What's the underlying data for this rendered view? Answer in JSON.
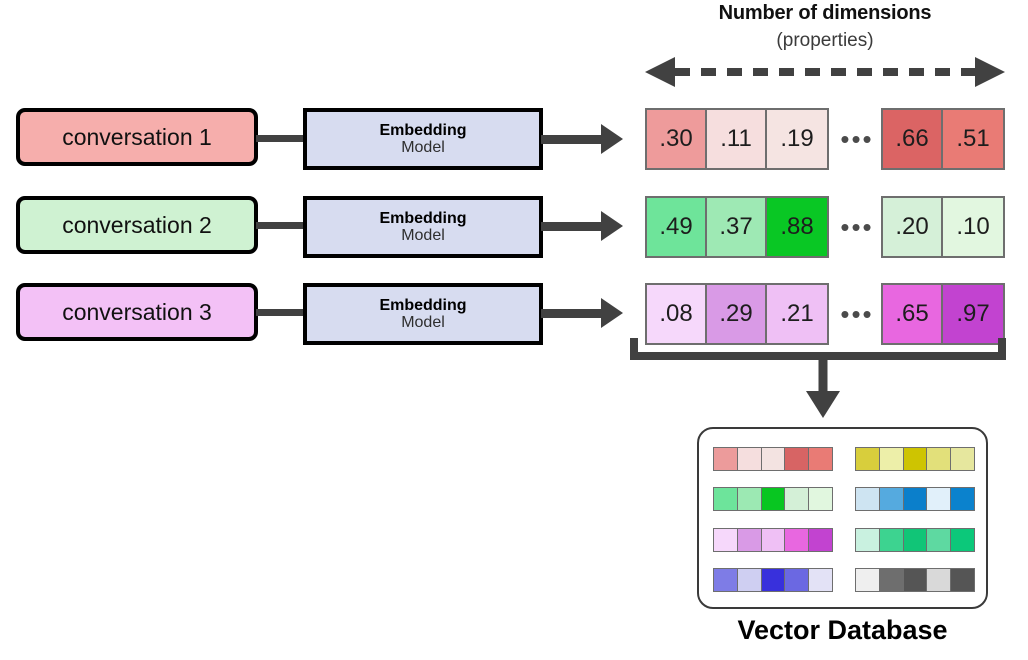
{
  "header": {
    "title": "Number of dimensions",
    "subtitle": "(properties)",
    "arrow_icon": "double-headed-dashed-arrow"
  },
  "pipeline": {
    "rows": [
      {
        "conversation_label": "conversation 1",
        "conversation_color": "#F6AEAC",
        "model_title": "Embedding",
        "model_subtitle": "Model",
        "model_color": "#D7DCF0",
        "vector_head": [
          {
            "value": ".30",
            "color": "#EE9B9B"
          },
          {
            "value": ".11",
            "color": "#F6DEDE"
          },
          {
            "value": ".19",
            "color": "#F5E4E2"
          }
        ],
        "ellipsis": "•••",
        "vector_tail": [
          {
            "value": ".66",
            "color": "#DB6464"
          },
          {
            "value": ".51",
            "color": "#E97B75"
          }
        ]
      },
      {
        "conversation_label": "conversation 2",
        "conversation_color": "#CFF2D2",
        "model_title": "Embedding",
        "model_subtitle": "Model",
        "model_color": "#D7DCF0",
        "vector_head": [
          {
            "value": ".49",
            "color": "#6EE49A"
          },
          {
            "value": ".37",
            "color": "#9EE9B4"
          },
          {
            "value": ".88",
            "color": "#09C724"
          }
        ],
        "ellipsis": "•••",
        "vector_tail": [
          {
            "value": ".20",
            "color": "#D5F0D8"
          },
          {
            "value": ".10",
            "color": "#E2F7E0"
          }
        ]
      },
      {
        "conversation_label": "conversation 3",
        "conversation_color": "#F3C1F6",
        "model_title": "Embedding",
        "model_subtitle": "Model",
        "model_color": "#D7DCF0",
        "vector_head": [
          {
            "value": ".08",
            "color": "#F6D8FB"
          },
          {
            "value": ".29",
            "color": "#D99AE6"
          },
          {
            "value": ".21",
            "color": "#EFC0F5"
          }
        ],
        "ellipsis": "•••",
        "vector_tail": [
          {
            "value": ".65",
            "color": "#E867E0"
          },
          {
            "value": ".97",
            "color": "#C243D0"
          }
        ]
      }
    ],
    "arrow_icon": "right-arrow",
    "gather_bracket_icon": "gather-bracket",
    "down_arrow_icon": "down-arrow"
  },
  "vector_database": {
    "label": "Vector Database",
    "rows": [
      {
        "name": "db-row-red",
        "cells": [
          "#EC9B9B",
          "#F5DEDE",
          "#F3E3E1",
          "#D76464",
          "#E97B75"
        ]
      },
      {
        "name": "db-row-yellow",
        "cells": [
          "#D8CE3C",
          "#EDEFA9",
          "#CEC401",
          "#E2E07A",
          "#E6E79E"
        ]
      },
      {
        "name": "db-row-green",
        "cells": [
          "#6DE49B",
          "#9CE9B3",
          "#08C621",
          "#D4F0D7",
          "#E1F7DF"
        ]
      },
      {
        "name": "db-row-blue",
        "cells": [
          "#CEE4F2",
          "#55AADF",
          "#0B7FCB",
          "#E1F0FA",
          "#0B82CD"
        ]
      },
      {
        "name": "db-row-violet",
        "cells": [
          "#F6D8FB",
          "#D99AE6",
          "#EFC0F5",
          "#E867E0",
          "#C243D0"
        ]
      },
      {
        "name": "db-row-teal",
        "cells": [
          "#C9F1E0",
          "#3DD390",
          "#11C577",
          "#5ED9A1",
          "#0CC87A"
        ]
      },
      {
        "name": "db-row-indigo",
        "cells": [
          "#7E7CE6",
          "#CFCFF2",
          "#3830DC",
          "#6B68E2",
          "#E3E2F6"
        ]
      },
      {
        "name": "db-row-gray",
        "cells": [
          "#EFEFEF",
          "#6E6E6E",
          "#555555",
          "#D9D9D9",
          "#555555"
        ]
      }
    ]
  }
}
